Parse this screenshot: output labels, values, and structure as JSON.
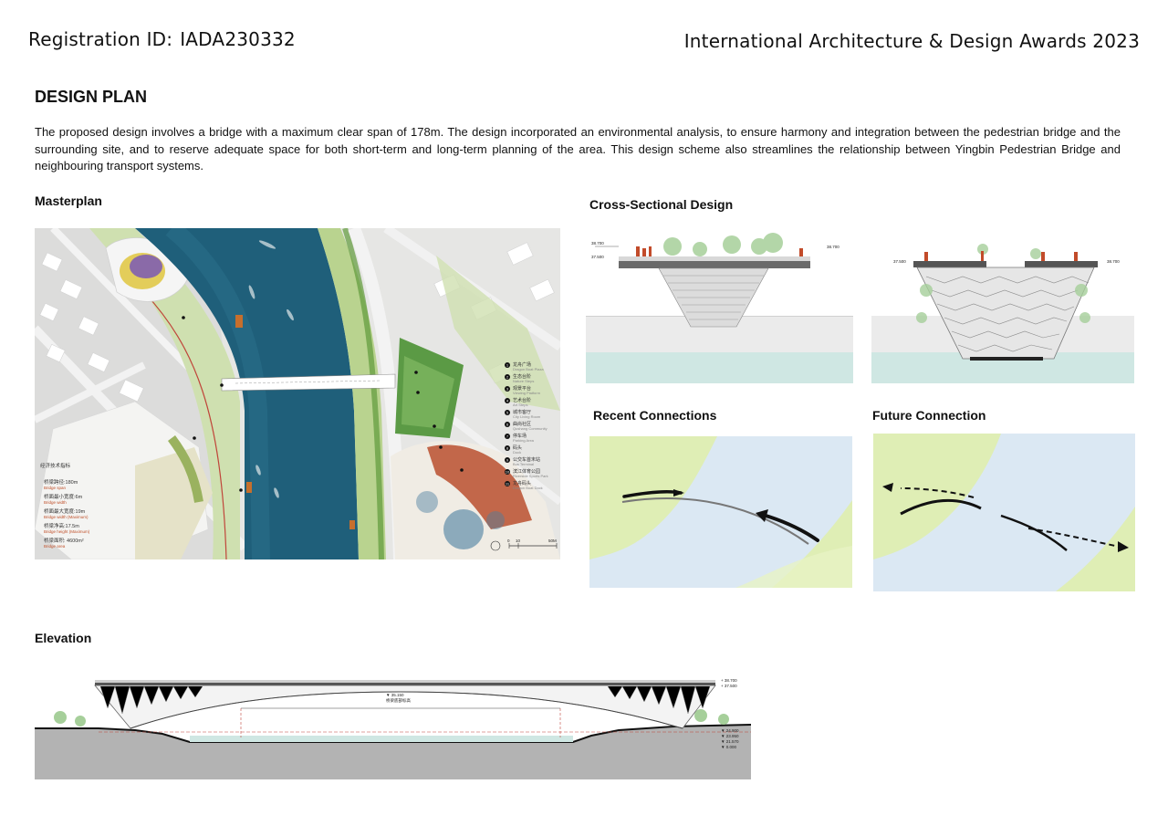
{
  "header": {
    "registration_label": "Registration ID:",
    "registration_id": "IADA230332",
    "award": "International Architecture & Design Awards 2023"
  },
  "page_title": "DESIGN PLAN",
  "description": "The proposed design involves a bridge with a maximum clear span of 178m. The design incorporated an environmental analysis, to ensure harmony and integration between the pedestrian bridge and the surrounding site, and to reserve adequate space for both short-term and long-term planning of the area. This design scheme also streamlines the relationship between Yingbin Pedestrian Bridge and neighbouring transport systems.",
  "sections": {
    "masterplan": "Masterplan",
    "cross_section": "Cross-Sectional Design",
    "recent": "Recent Connections",
    "future": "Future Connection",
    "elevation": "Elevation"
  },
  "masterplan": {
    "legend": [
      {
        "n": "1",
        "cn": "龙舟广场",
        "en": "Dragon Boat Plaza"
      },
      {
        "n": "2",
        "cn": "生态台阶",
        "en": "Nature Steps"
      },
      {
        "n": "3",
        "cn": "观景平台",
        "en": "Viewing Platform"
      },
      {
        "n": "4",
        "cn": "艺术台阶",
        "en": "Art Steps"
      },
      {
        "n": "5",
        "cn": "城市客厅",
        "en": "City Living Room"
      },
      {
        "n": "6",
        "cn": "曲尚社区",
        "en": "Qushang Community"
      },
      {
        "n": "7",
        "cn": "停车场",
        "en": "Parking Area"
      },
      {
        "n": "8",
        "cn": "码头",
        "en": "Dock"
      },
      {
        "n": "9",
        "cn": "公交车首末站",
        "en": "Bus Terminal"
      },
      {
        "n": "10",
        "cn": "滨江体育公园",
        "en": "Riverside Sports Park"
      },
      {
        "n": "11",
        "cn": "龙舟码头",
        "en": "Dragon Boat Dock"
      }
    ],
    "specs_title": "经济技术指标",
    "specs": [
      {
        "cn": "桥梁跨径:180m",
        "en": "Bridge span"
      },
      {
        "cn": "桥面最小宽度:6m",
        "en": "Bridge width"
      },
      {
        "cn": "桥面最大宽度:19m",
        "en": "Bridge width (Maximum)"
      },
      {
        "cn": "桥梁净高:17.5m",
        "en": "Bridge height (Maximum)"
      },
      {
        "cn": "桥梁面积: 4600m²",
        "en": "Bridge area"
      }
    ],
    "scale": {
      "zero": "0",
      "mid": "10",
      "end": "50M"
    }
  },
  "cross_section": {
    "left_label_top": "38.700",
    "left_label_low": "37.500",
    "right_label_top": "38.700",
    "right_label_low": "37.500"
  },
  "elevation": {
    "label_top": "+ 38.700",
    "label_top2": "+ 37.500",
    "label_mid": "▼ 35.150",
    "label_mid_sub": "桥梁底部标高",
    "label_r1": "▼ 24.900",
    "label_r2": "▼ 23.950",
    "label_r3": "▼ 21.570",
    "label_r4": "▼ 0.000"
  },
  "colors": {
    "water": "#1f5f7a",
    "park_green": "#c7dba0",
    "hill_green": "#4f8a3f",
    "plaza_red": "#c2674a",
    "sketch_blue": "#dbe8f3",
    "sketch_green": "#dfeeb5",
    "section_water": "#cfe7e3",
    "ground_gray": "#b3b3b3"
  }
}
